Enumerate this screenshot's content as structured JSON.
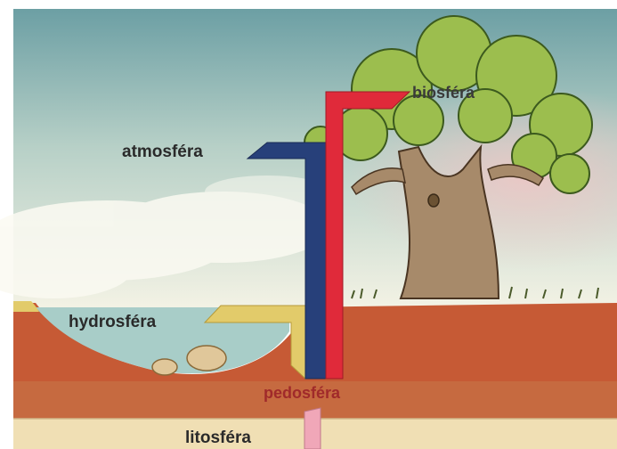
{
  "labels": {
    "atmosphere": "atmosféra",
    "biosphere": "biosféra",
    "hydrosphere": "hydrosféra",
    "pedosphere": "pedosféra",
    "lithosphere": "litosféra"
  },
  "colors": {
    "sky_top": "#6c9fa4",
    "sky_bottom": "#f6f4e6",
    "soil": "#c65a35",
    "water": "#a8cdc8",
    "rock_layer": "#f0dfb4",
    "atmosphere_arrow": "#27407a",
    "biosphere_arrow": "#e02a3a",
    "hydrosphere_arrow": "#e2cb6a",
    "pedosphere_arrow": "#f0a7b8",
    "tree_canopy": "#9cbe4e",
    "tree_trunk": "#a78a6a"
  }
}
